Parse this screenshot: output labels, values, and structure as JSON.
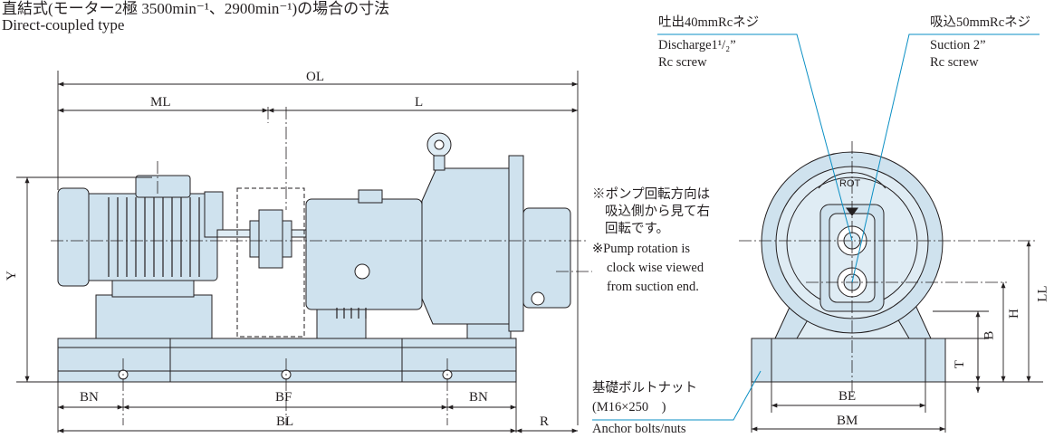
{
  "title": {
    "jp": "直結式(モーター2極  3500min⁻¹、2900min⁻¹)の場合の寸法",
    "en": "Direct-coupled type"
  },
  "side_view_labels": {
    "ol": "OL",
    "ml": "ML",
    "l": "L",
    "y": "Y",
    "bn_left": "BN",
    "bf": "BF",
    "bn_right": "BN",
    "bl": "BL",
    "r": "R"
  },
  "front_view_labels": {
    "be": "BE",
    "bm": "BM",
    "ll": "LL",
    "h": "H",
    "b": "B",
    "t": "T",
    "rot_mark": "ROT"
  },
  "discharge": {
    "jp": "吐出40mmRcネジ",
    "en_line1": "Discharge1¹/₂”",
    "en_line2": "Rc screw"
  },
  "suction": {
    "jp": "吸込50mmRcネジ",
    "en_line1": "Suction 2”",
    "en_line2": "Rc screw"
  },
  "rotation_note": {
    "jp_line1": "※ポンプ回転方向は",
    "jp_line2": "吸込側から見て右",
    "jp_line3": "回転です。",
    "en_line1": "※Pump rotation is",
    "en_line2": "clock wise viewed",
    "en_line3": "from suction end."
  },
  "anchor": {
    "jp": "基礎ボルトナット",
    "spec": "(M16×250　)",
    "en": "Anchor bolts/nuts"
  },
  "colors": {
    "body_fill": "#cfe2ee",
    "body_fill_light": "#dfecf4",
    "callout_line": "#0a8fc4",
    "ink": "#231f20"
  }
}
